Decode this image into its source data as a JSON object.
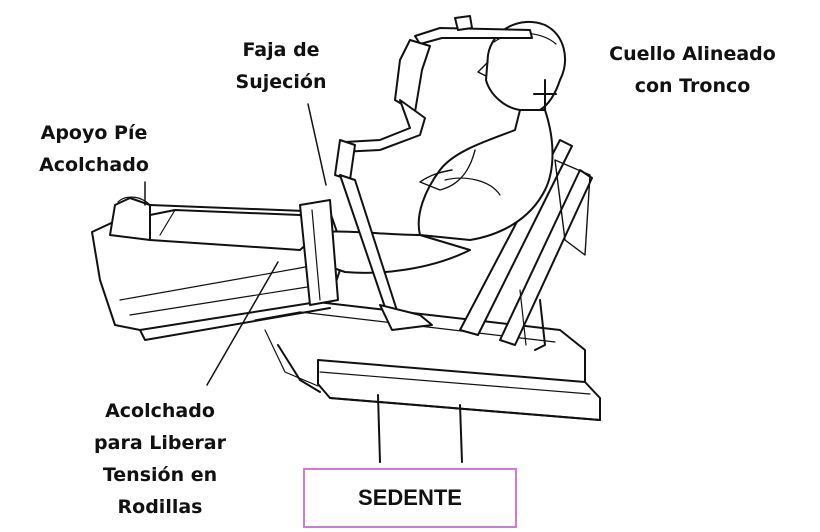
{
  "labels": {
    "belt": [
      "Faja de",
      "Sujeción"
    ],
    "neck": [
      "Cuello Alineado",
      "con Tronco"
    ],
    "foot": [
      "Apoyo Píe",
      "Acolchado"
    ],
    "knee": [
      "Acolchado",
      "para Liberar",
      "Tensión en",
      "Rodillas"
    ]
  },
  "title": "SEDENTE",
  "colors": {
    "title_border": "#d07ad2",
    "ink": "#111111"
  }
}
